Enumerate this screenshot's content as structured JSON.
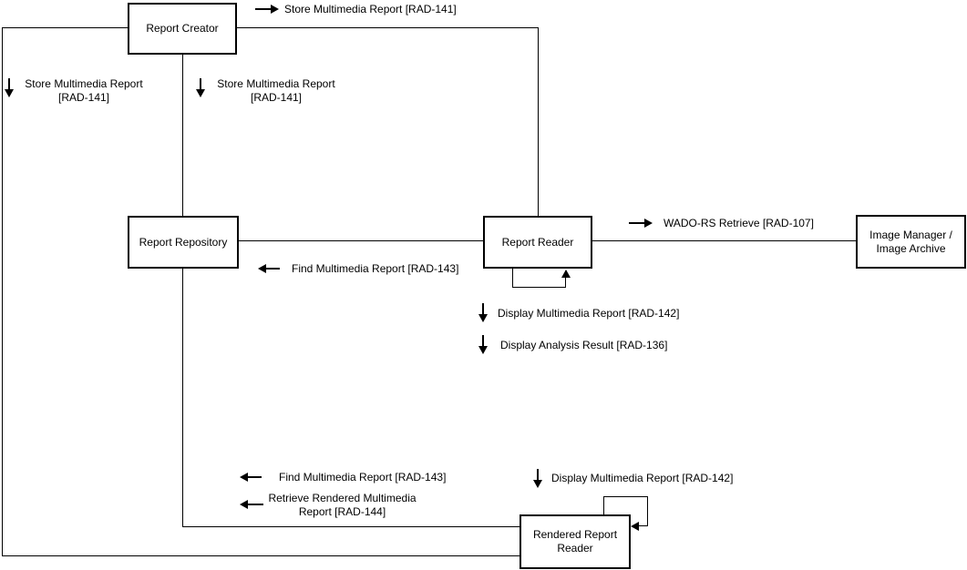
{
  "diagram": {
    "title": "Multimedia report storage and display actor/transaction diagram",
    "colors": {
      "background": "#ffffff",
      "line": "#000000",
      "box_fill": "#ffffff",
      "text": "#000000"
    },
    "actors": {
      "report_creator": {
        "label": "Report Creator"
      },
      "report_repository": {
        "label": "Report Repository"
      },
      "report_reader": {
        "label": "Report Reader"
      },
      "image_manager": {
        "label": "Image Manager /\nImage Archive"
      },
      "rendered_report_reader": {
        "label": "Rendered Report\nReader"
      }
    },
    "transactions": {
      "store_top": {
        "label": "Store Multimedia Report [RAD-141]",
        "direction": "right"
      },
      "store_left": {
        "label": "Store Multimedia Report\n[RAD-141]",
        "direction": "down"
      },
      "store_mid": {
        "label": "Store Multimedia Report\n[RAD-141]",
        "direction": "down"
      },
      "wado_rs": {
        "label": "WADO-RS Retrieve [RAD-107]",
        "direction": "right"
      },
      "find_mid": {
        "label": "Find Multimedia Report [RAD-143]",
        "direction": "left"
      },
      "display_multimedia": {
        "label": "Display Multimedia Report [RAD-142]",
        "direction": "down"
      },
      "display_analysis": {
        "label": "Display Analysis Result [RAD-136]",
        "direction": "down"
      },
      "find_bottom": {
        "label": "Find Multimedia Report [RAD-143]",
        "direction": "left"
      },
      "retrieve_rendered": {
        "label": "Retrieve Rendered Multimedia\nReport [RAD-144]",
        "direction": "left"
      },
      "display_multimedia_bottom": {
        "label": "Display Multimedia Report [RAD-142]",
        "direction": "down"
      }
    }
  }
}
